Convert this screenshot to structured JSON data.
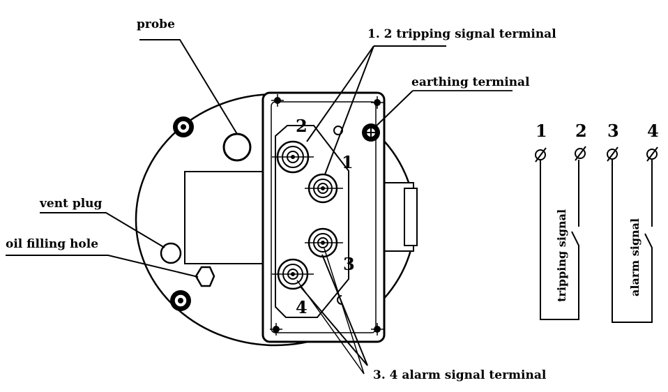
{
  "labels": {
    "probe": "probe",
    "tripping_terminal": "1. 2  tripping signal terminal",
    "earthing_terminal": "earthing terminal",
    "vent_plug": "vent plug",
    "oil_filling_hole": "oil filling hole",
    "alarm_terminal": "3. 4  alarm signal terminal"
  },
  "terminal_numbers": {
    "n1": "1",
    "n2": "2",
    "n3": "3",
    "n4": "4"
  },
  "wiring": {
    "headers": [
      "1",
      "2",
      "3",
      "4"
    ],
    "tripping_signal": "tripping signal",
    "alarm_signal": "alarm signal"
  },
  "colors": {
    "ink": "#000000",
    "paper": "#ffffff"
  }
}
